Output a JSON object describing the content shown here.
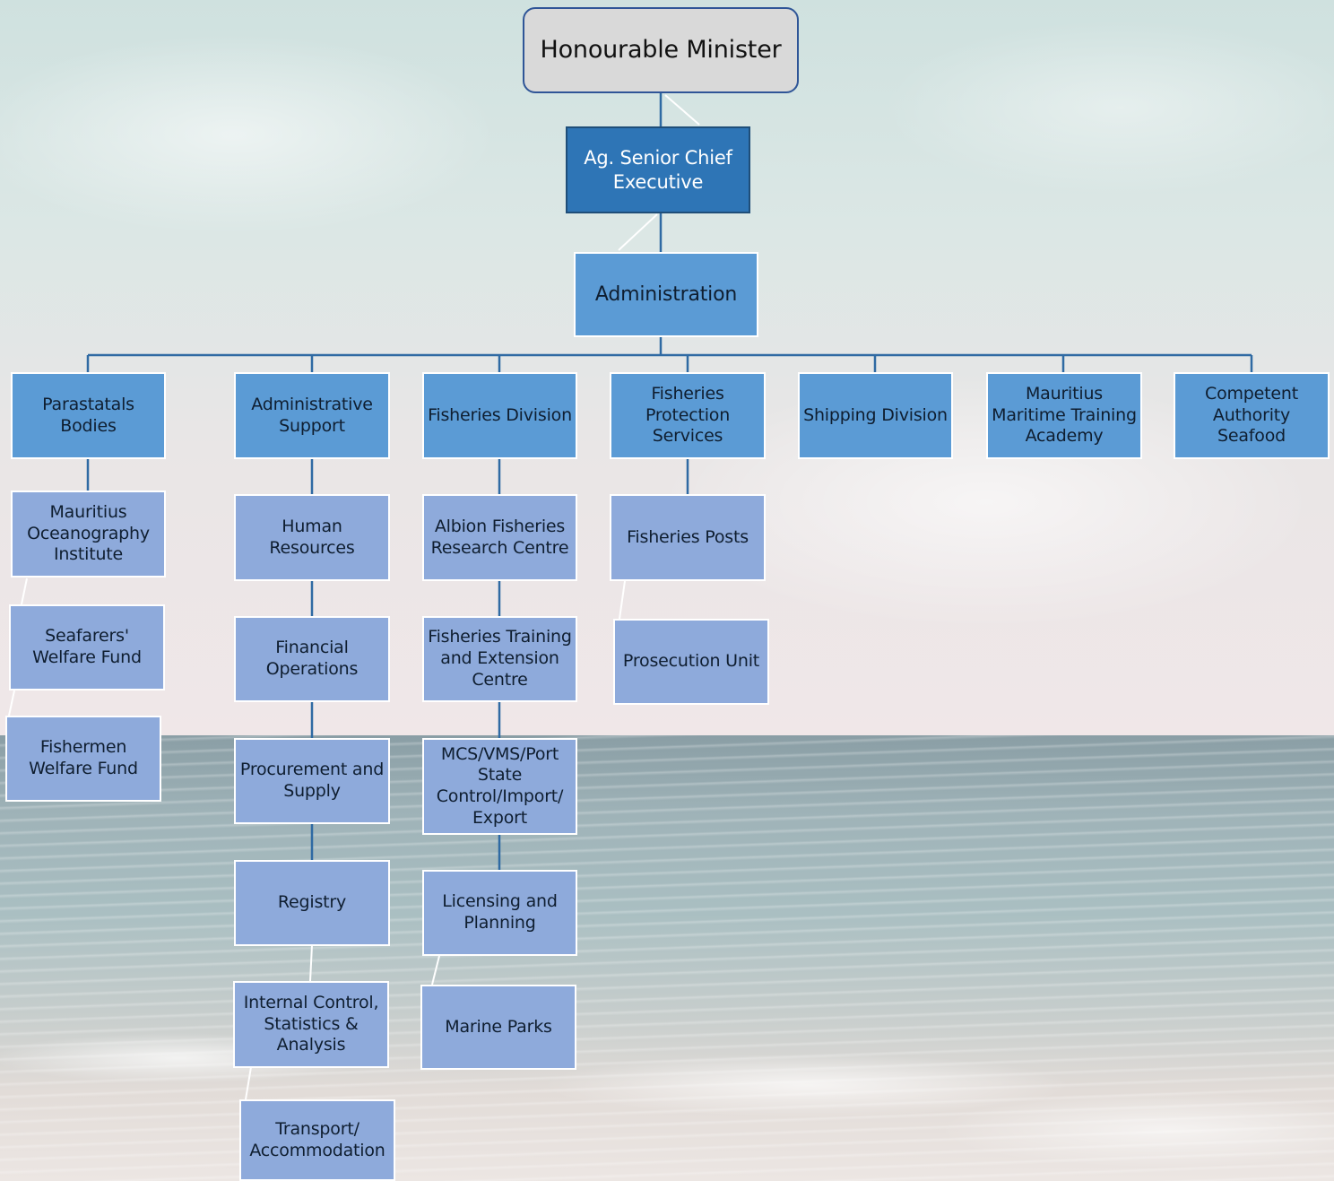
{
  "org_chart": {
    "minister": "Honourable Minister",
    "chief_executive": "Ag. Senior Chief Executive",
    "administration": "Administration",
    "departments": {
      "parastatals": "Parastatals Bodies",
      "admin_support": "Administrative Support",
      "fisheries_division": "Fisheries Division",
      "fisheries_protection": "Fisheries Protection Services",
      "shipping": "Shipping Division",
      "maritime_academy": "Mauritius Maritime Training Academy",
      "competent_authority": "Competent Authority Seafood"
    },
    "parastatals_units": [
      "Mauritius Oceanography Institute",
      "Seafarers' Welfare Fund",
      "Fishermen Welfare Fund"
    ],
    "admin_support_units": [
      "Human Resources",
      "Financial Operations",
      "Procurement and Supply",
      "Registry",
      "Internal Control, Statistics & Analysis",
      "Transport/ Accommodation"
    ],
    "fisheries_division_units": [
      "Albion Fisheries Research Centre",
      "Fisheries Training and Extension Centre",
      "MCS/VMS/Port State Control/Import/ Export",
      "Licensing and Planning",
      "Marine Parks"
    ],
    "fisheries_protection_units": [
      "Fisheries Posts",
      "Prosecution Unit"
    ]
  },
  "colors": {
    "minister_fill": "#d9d9d9",
    "chief_fill": "#2e75b6",
    "department_fill": "#5b9bd5",
    "unit_fill": "#8eaadb",
    "connector": "#2f6aa3"
  }
}
